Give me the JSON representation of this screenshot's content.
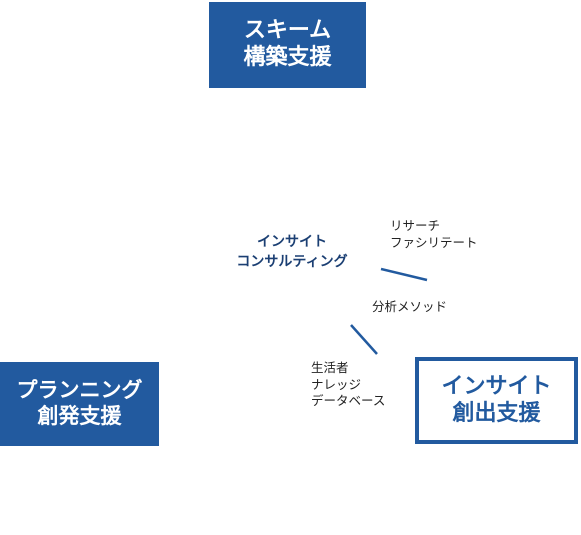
{
  "boxes": {
    "top": {
      "line1": "スキーム",
      "line2": "構築支援"
    },
    "left": {
      "line1": "プランニング",
      "line2": "創発支援"
    },
    "right": {
      "line1": "インサイト",
      "line2": "創出支援"
    }
  },
  "center": {
    "line1": "インサイト",
    "line2": "コンサルティング"
  },
  "labels": {
    "research": {
      "line1": "リサーチ",
      "line2": "ファシリテート"
    },
    "method": {
      "line1": "分析メソッド"
    },
    "knowledge": {
      "line1": "生活者",
      "line2": "ナレッジ",
      "line3": "データベース"
    }
  },
  "colors": {
    "brand_blue": "#225a9f",
    "center_text": "#1b3f73",
    "label_text": "#222222",
    "background": "#ffffff"
  }
}
